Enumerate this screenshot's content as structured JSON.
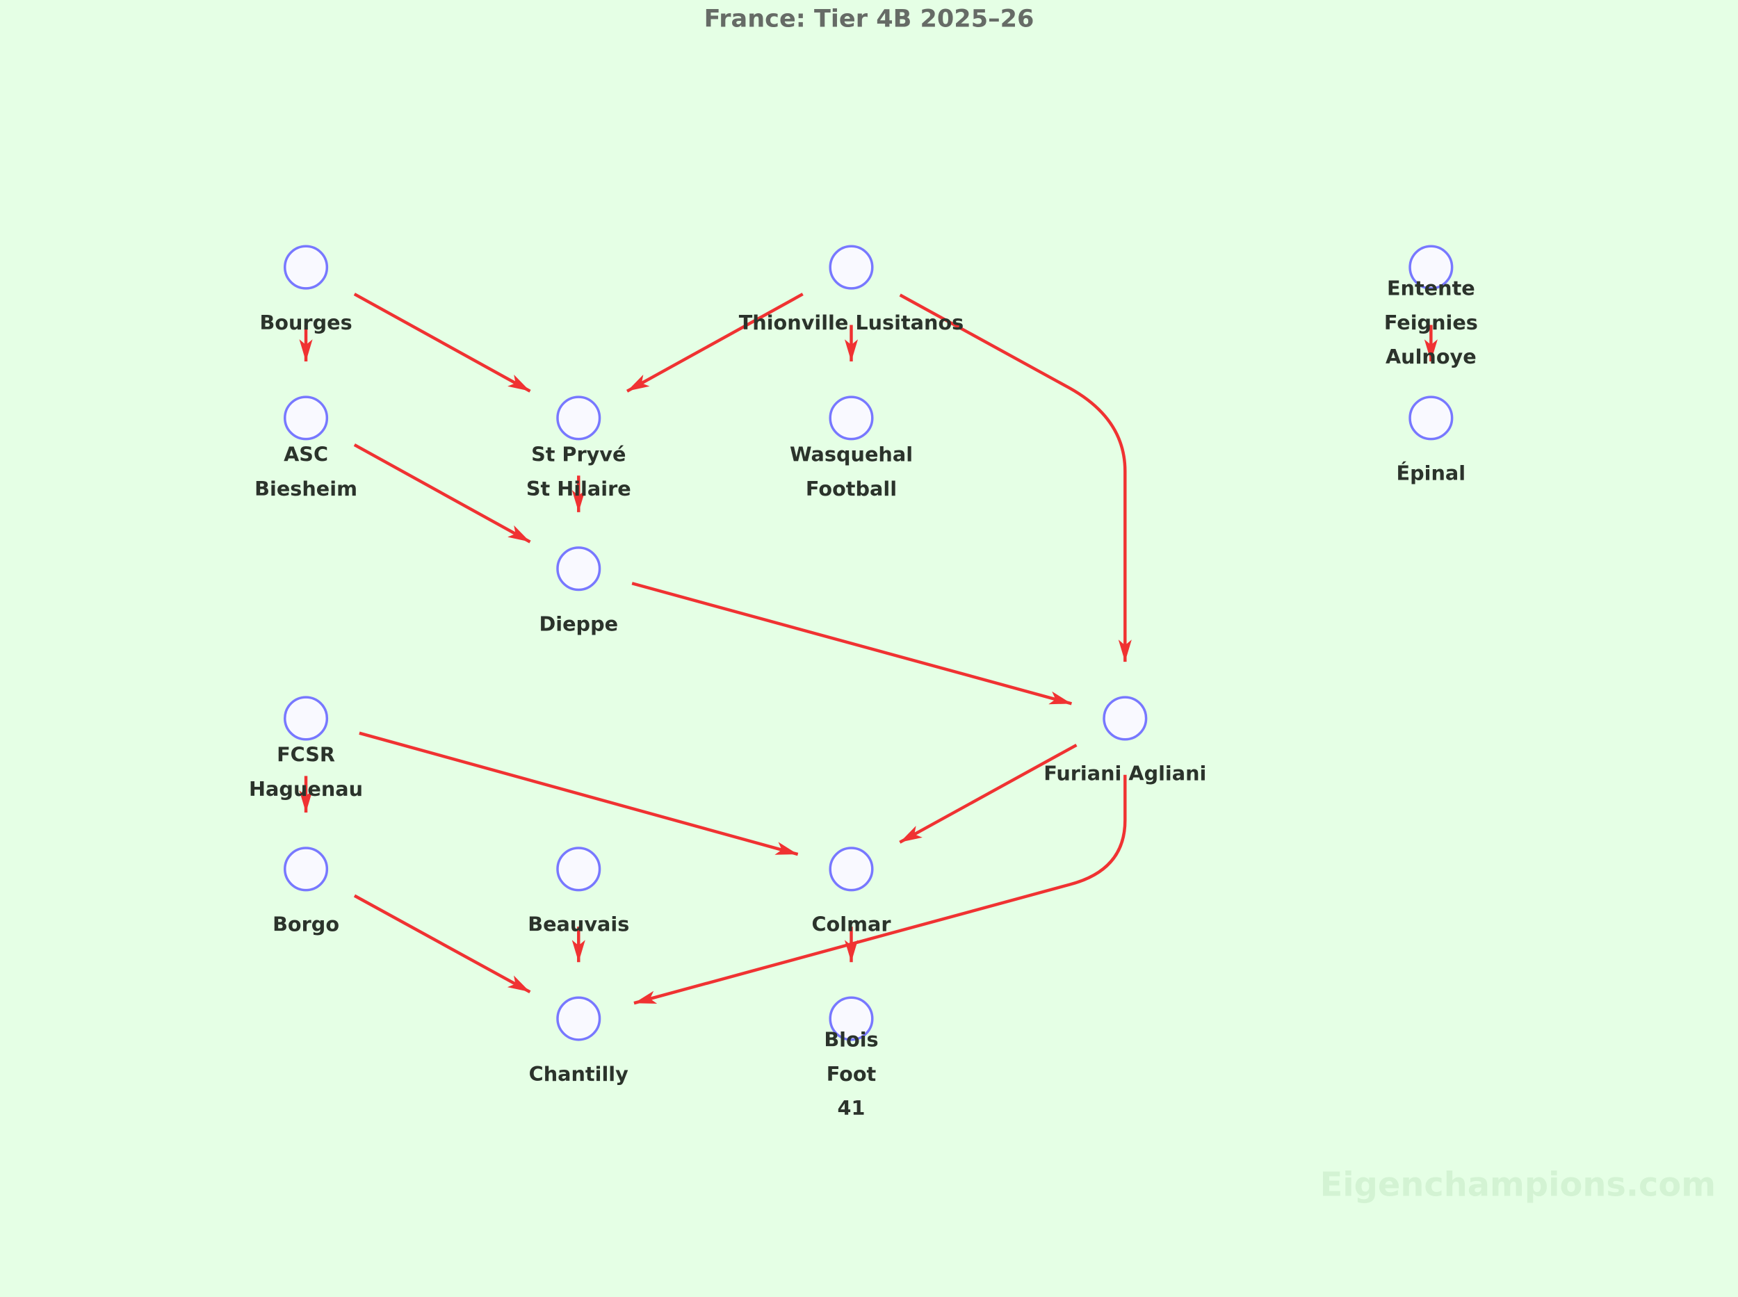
{
  "chart_data": {
    "type": "diagram",
    "title": "France: Tier 4B 2025–26",
    "watermark": "Eigenchampions.com",
    "colors": {
      "background": "#e5ffe5",
      "node_fill": "#f9f9ff",
      "node_stroke": "#7878ff",
      "edge": "#f03232",
      "label": "#2b332b"
    },
    "nodes": [
      {
        "id": "bourges",
        "lines": [
          "Bourges"
        ],
        "row": 0,
        "col": 0
      },
      {
        "id": "thionville",
        "lines": [
          "Thionville Lusitanos"
        ],
        "row": 0,
        "col": 2
      },
      {
        "id": "entente",
        "lines": [
          "Entente",
          "Feignies",
          "Aulnoye"
        ],
        "row": 0,
        "col": 4
      },
      {
        "id": "asc",
        "lines": [
          "ASC",
          "Biesheim"
        ],
        "row": 1,
        "col": 0
      },
      {
        "id": "stpryve",
        "lines": [
          "St Pryvé",
          "St Hilaire"
        ],
        "row": 1,
        "col": 1
      },
      {
        "id": "wasquehal",
        "lines": [
          "Wasquehal",
          "Football"
        ],
        "row": 1,
        "col": 2
      },
      {
        "id": "epinal",
        "lines": [
          "Épinal"
        ],
        "row": 1,
        "col": 4
      },
      {
        "id": "dieppe",
        "lines": [
          "Dieppe"
        ],
        "row": 2,
        "col": 1
      },
      {
        "id": "fcsr",
        "lines": [
          "FCSR",
          "Haguenau"
        ],
        "row": 3,
        "col": 0
      },
      {
        "id": "furiani",
        "lines": [
          "Furiani Agliani"
        ],
        "row": 3,
        "col": 3
      },
      {
        "id": "borgo",
        "lines": [
          "Borgo"
        ],
        "row": 4,
        "col": 0
      },
      {
        "id": "beauvais",
        "lines": [
          "Beauvais"
        ],
        "row": 4,
        "col": 1
      },
      {
        "id": "colmar",
        "lines": [
          "Colmar"
        ],
        "row": 4,
        "col": 2
      },
      {
        "id": "chantilly",
        "lines": [
          "Chantilly"
        ],
        "row": 5,
        "col": 1
      },
      {
        "id": "blois",
        "lines": [
          "Blois",
          "Foot",
          "41"
        ],
        "row": 5,
        "col": 2
      }
    ],
    "edges": [
      {
        "from": "bourges",
        "to": "asc"
      },
      {
        "from": "bourges",
        "to": "stpryve"
      },
      {
        "from": "thionville",
        "to": "stpryve"
      },
      {
        "from": "thionville",
        "to": "wasquehal"
      },
      {
        "from": "thionville",
        "to": "furiani"
      },
      {
        "from": "entente",
        "to": "epinal"
      },
      {
        "from": "asc",
        "to": "dieppe"
      },
      {
        "from": "stpryve",
        "to": "dieppe"
      },
      {
        "from": "dieppe",
        "to": "furiani"
      },
      {
        "from": "fcsr",
        "to": "borgo"
      },
      {
        "from": "fcsr",
        "to": "colmar"
      },
      {
        "from": "furiani",
        "to": "colmar"
      },
      {
        "from": "furiani",
        "to": "chantilly"
      },
      {
        "from": "borgo",
        "to": "chantilly"
      },
      {
        "from": "beauvais",
        "to": "chantilly"
      },
      {
        "from": "colmar",
        "to": "blois"
      }
    ]
  }
}
